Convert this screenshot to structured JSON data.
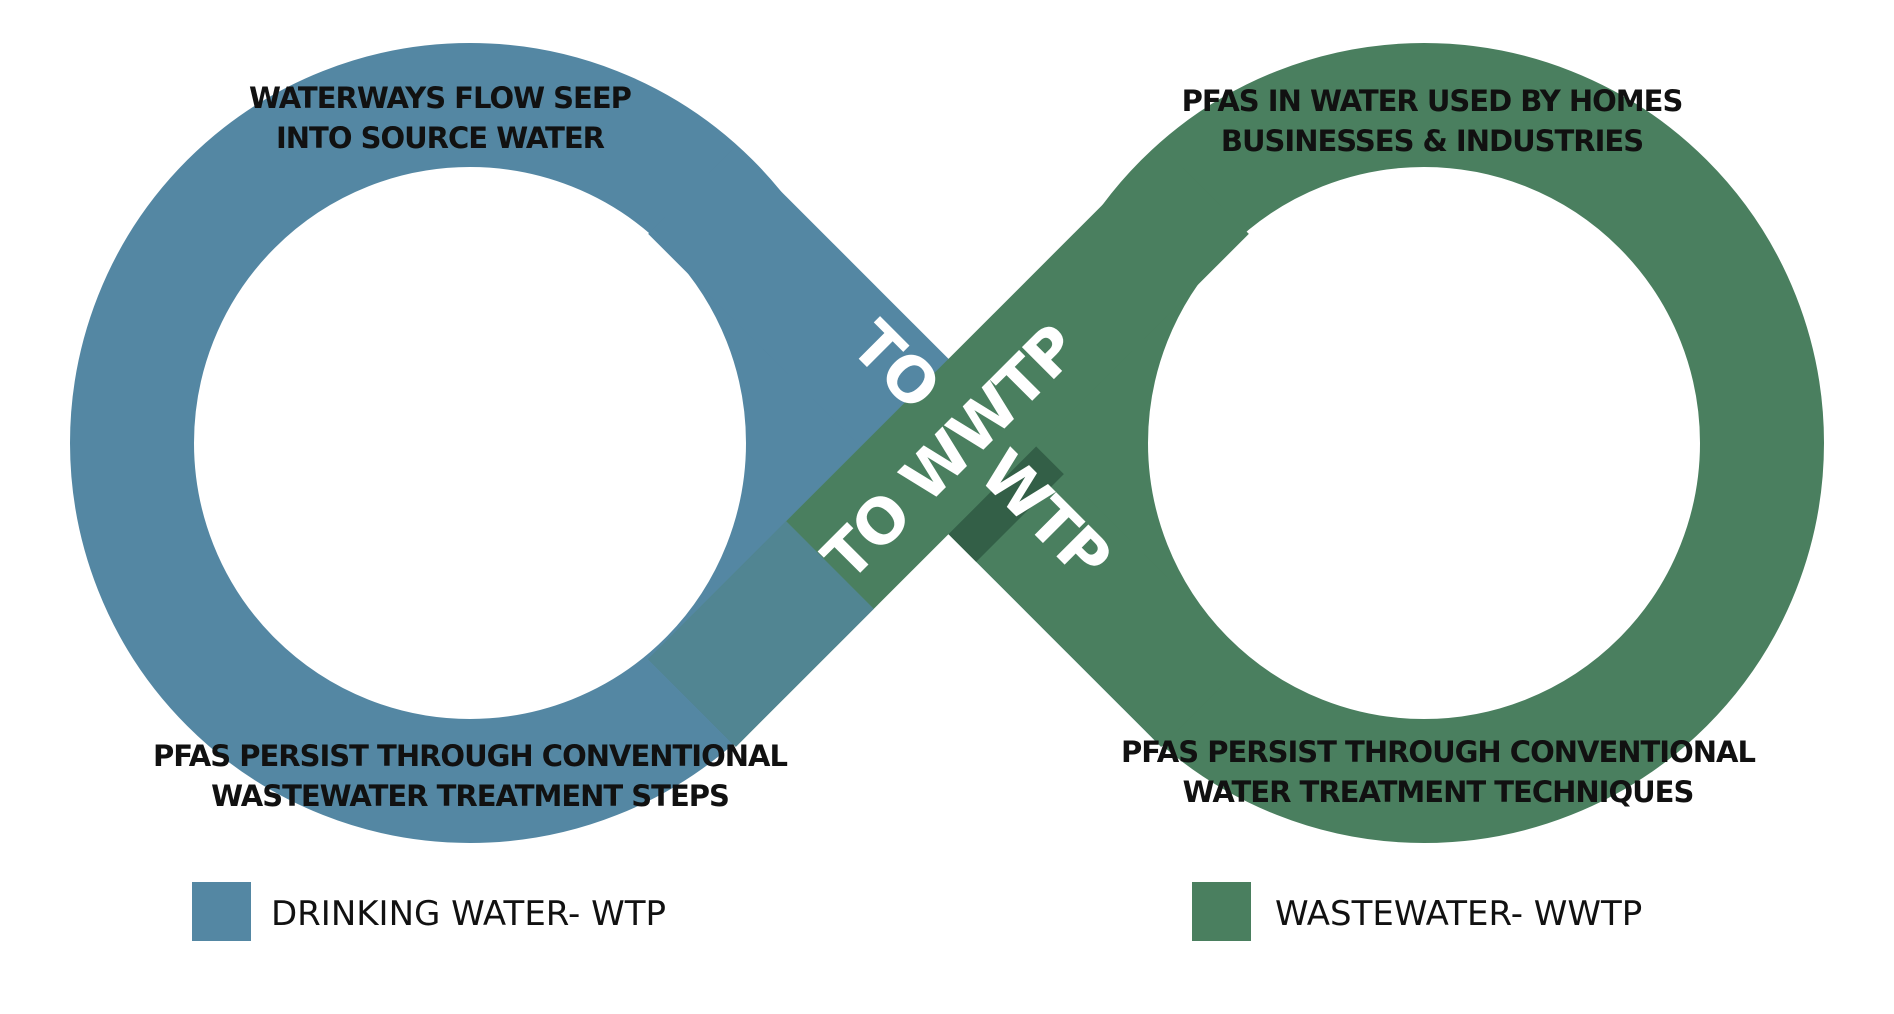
{
  "colors": {
    "drinking_band": "#5487A3",
    "wastewater_band": "#4A7F5F",
    "wastewater_shadow": "#335F47",
    "text_dark": "#111111",
    "text_light": "#FFFFFF",
    "background": "#FFFFFF"
  },
  "band_labels": {
    "top_left": [
      "WATERWAYS FLOW SEEP",
      "INTO SOURCE WATER"
    ],
    "top_right": [
      "PFAS IN WATER USED BY HOMES",
      "BUSINESSES & INDUSTRIES"
    ],
    "bottom_left": [
      "PFAS PERSIST THROUGH CONVENTIONAL",
      "WASTEWATER TREATMENT STEPS"
    ],
    "bottom_right": [
      "PFAS PERSIST THROUGH CONVENTIONAL",
      "WATER TREATMENT TECHNIQUES"
    ]
  },
  "crossing_labels": {
    "blue_band_upper": "TO",
    "blue_band_lower": "WTP",
    "green_band": "TO WWTP"
  },
  "legend": [
    {
      "label": "DRINKING WATER- WTP",
      "color": "#5487A3"
    },
    {
      "label": "WASTEWATER- WWTP",
      "color": "#4A7F5F"
    }
  ]
}
